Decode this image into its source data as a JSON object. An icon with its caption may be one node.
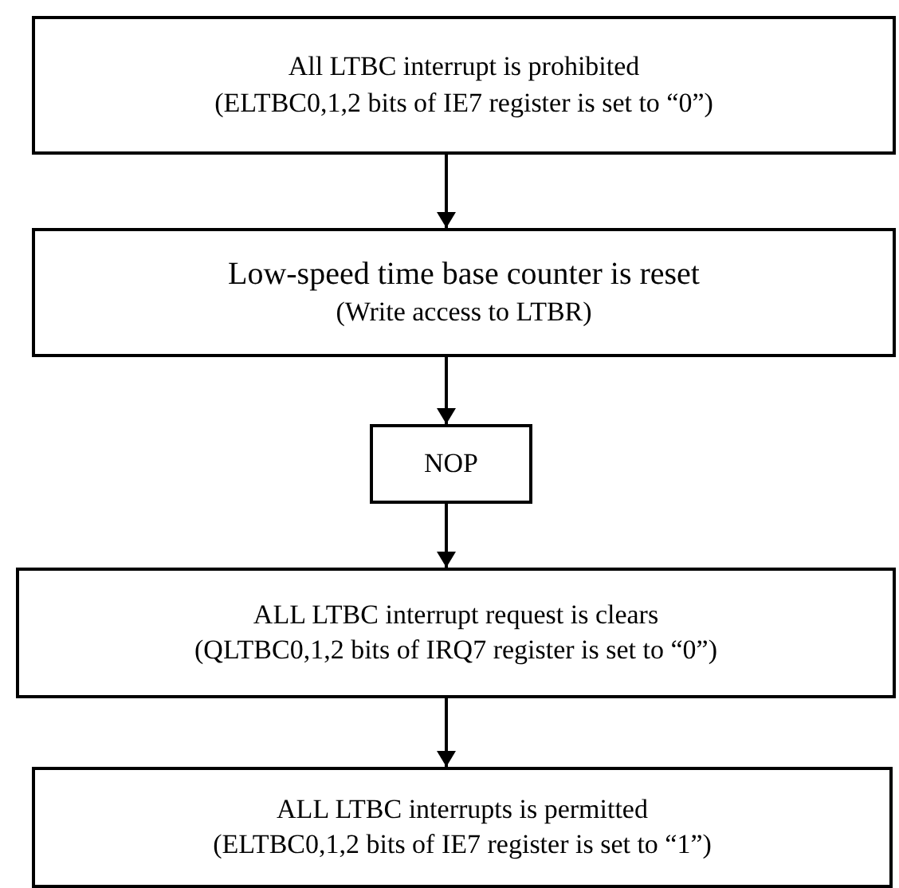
{
  "diagram": {
    "nodes": [
      {
        "text": [
          "All LTBC interrupt is prohibited",
          "(ELTBC0,1,2 bits of IE7 register is set to “0”)"
        ]
      },
      {
        "text": [
          "Low-speed time base counter is reset",
          "(Write access to LTBR)"
        ]
      },
      {
        "text": [
          "NOP"
        ]
      },
      {
        "text": [
          "ALL LTBC interrupt request is clears",
          "(QLTBC0,1,2 bits of IRQ7 register is set to “0”)"
        ]
      },
      {
        "text": [
          "ALL LTBC interrupts is permitted",
          "(ELTBC0,1,2 bits of IE7 register is set to “1”)"
        ]
      }
    ],
    "edges": [
      {
        "from": 0,
        "to": 1,
        "arrow": "to"
      },
      {
        "from": 1,
        "to": 2,
        "arrow": "to"
      },
      {
        "from": 2,
        "to": 3,
        "arrow": "to"
      },
      {
        "from": 3,
        "to": 4,
        "arrow": "to"
      }
    ]
  }
}
